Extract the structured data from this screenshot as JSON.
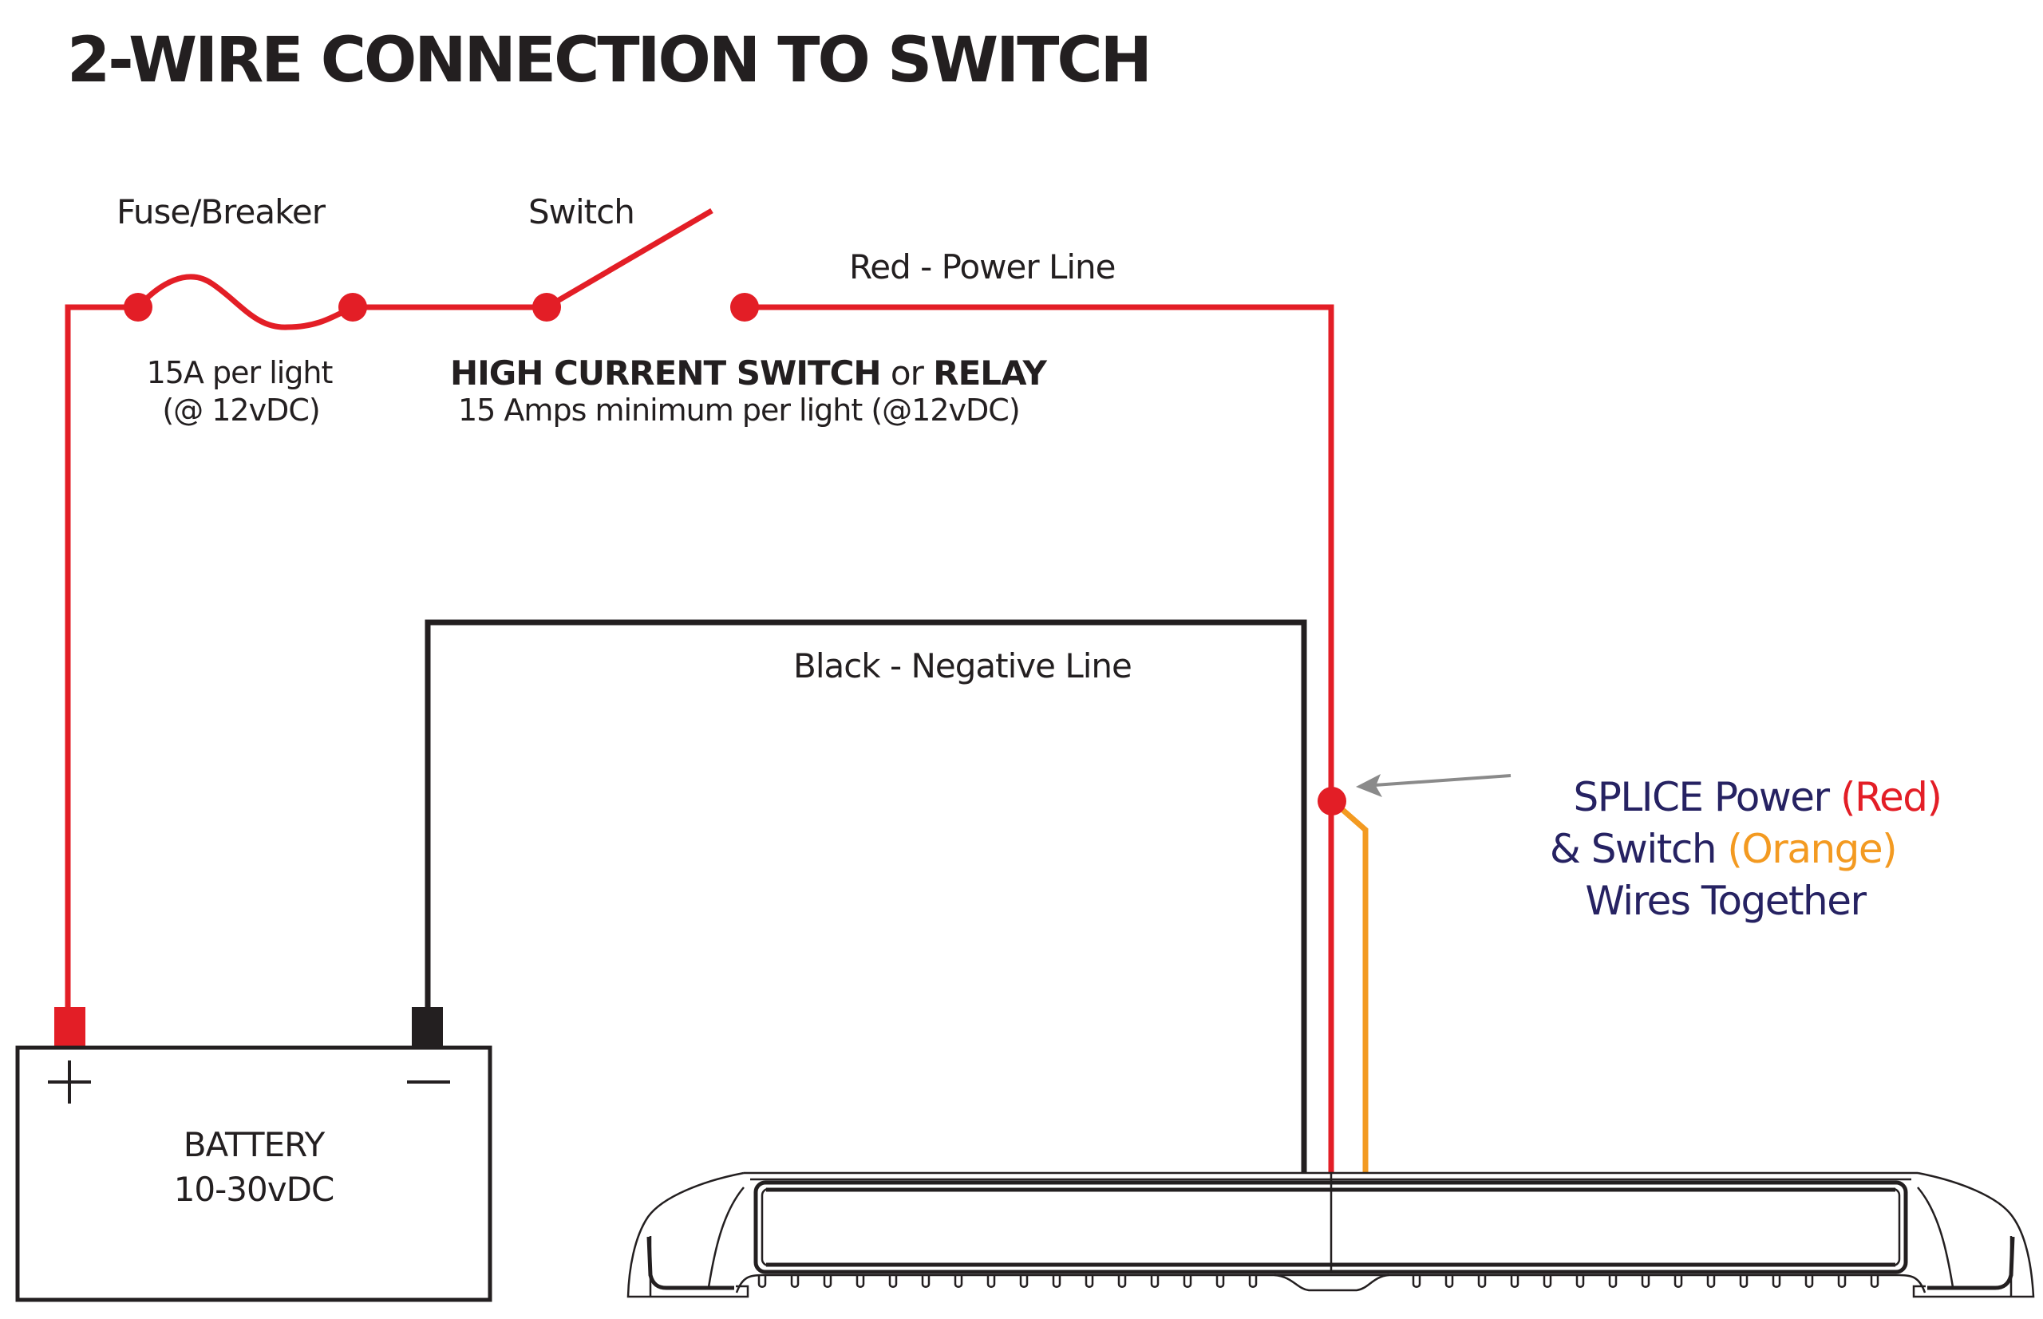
{
  "title": "2-WIRE CONNECTION TO SWITCH",
  "colors": {
    "power_red": "#e31e26",
    "negative_black": "#231f20",
    "switch_orange": "#f39a21",
    "splice_navy": "#262262",
    "arrow_gray": "#8a8a8a"
  },
  "fuse": {
    "label": "Fuse/Breaker",
    "rating_line1": "15A per light",
    "rating_line2": "(@ 12vDC)"
  },
  "switch": {
    "label": "Switch",
    "requirement_bold1": "HIGH CURRENT SWITCH",
    "requirement_or": " or ",
    "requirement_bold2": "RELAY",
    "requirement_line2": "15 Amps minimum per light (@12vDC)"
  },
  "wires": {
    "power": "Red - Power Line",
    "negative": "Black - Negative Line"
  },
  "battery": {
    "label": "BATTERY",
    "voltage": "10-30vDC",
    "positive_symbol": "+",
    "negative_symbol": "−"
  },
  "splice_note": {
    "line1_a": "SPLICE Power ",
    "line1_b": "(Red)",
    "line2_a": "& Switch ",
    "line2_b": "(Orange)",
    "line3": "Wires Together"
  }
}
